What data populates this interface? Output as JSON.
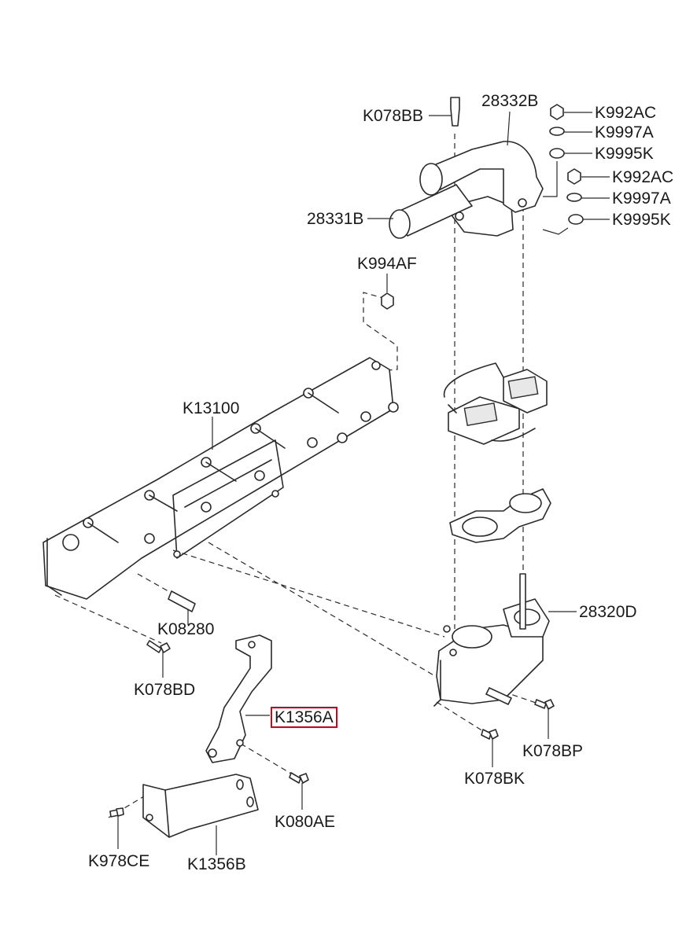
{
  "diagram": {
    "labels": {
      "k078bb": "K078BB",
      "p28332b": "28332B",
      "k992ac_1": "K992AC",
      "k9997a_1": "K9997A",
      "k9995k_1": "K9995K",
      "k992ac_2": "K992AC",
      "k9997a_2": "K9997A",
      "k9995k_2": "K9995K",
      "p28331b": "28331B",
      "k994af": "K994AF",
      "k13100": "K13100",
      "p28320d": "28320D",
      "k08280": "K08280",
      "k078bd": "K078BD",
      "k1356a": "K1356A",
      "k078bp": "K078BP",
      "k078bk": "K078BK",
      "k080ae": "K080AE",
      "k978ce": "K978CE",
      "k1356b": "K1356B"
    },
    "highlighted_part": "K1356A",
    "highlight_color": "#d0021b"
  }
}
